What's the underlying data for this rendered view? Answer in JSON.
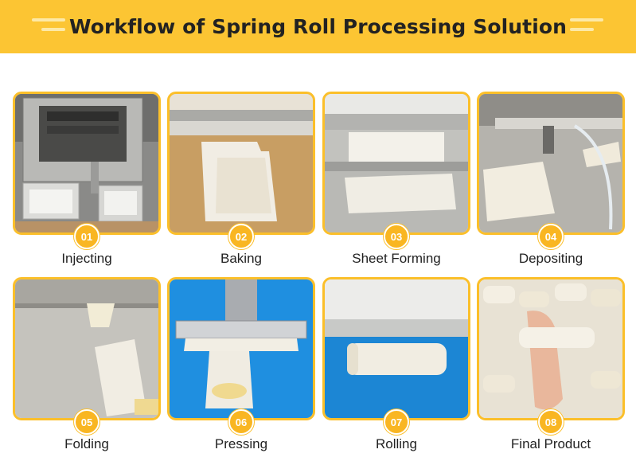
{
  "banner": {
    "title": "Workflow of Spring Roll Processing Solution"
  },
  "steps": [
    {
      "number": "01",
      "label": "Injecting"
    },
    {
      "number": "02",
      "label": "Baking"
    },
    {
      "number": "03",
      "label": "Sheet Forming"
    },
    {
      "number": "04",
      "label": "Depositing"
    },
    {
      "number": "05",
      "label": "Folding"
    },
    {
      "number": "06",
      "label": "Pressing"
    },
    {
      "number": "07",
      "label": "Rolling"
    },
    {
      "number": "08",
      "label": "Final Product"
    }
  ],
  "colors": {
    "accent": "#fcc533",
    "frame_border": "#fbbf2a",
    "badge": "#f9b622"
  }
}
